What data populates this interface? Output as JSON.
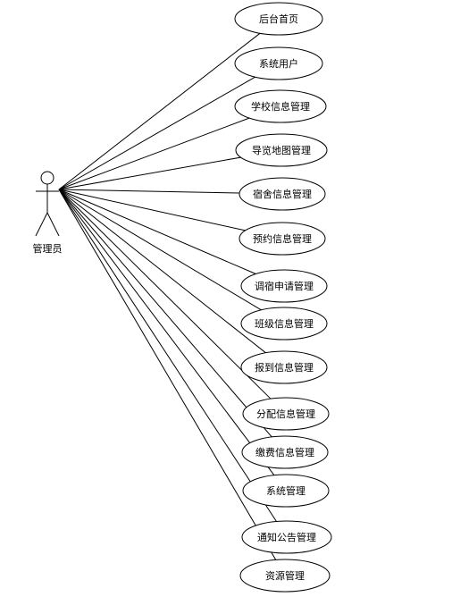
{
  "actor": {
    "label": "管理员"
  },
  "use_cases": [
    {
      "label": "后台首页"
    },
    {
      "label": "系统用户"
    },
    {
      "label": "学校信息管理"
    },
    {
      "label": "导览地图管理"
    },
    {
      "label": "宿舍信息管理"
    },
    {
      "label": "预约信息管理"
    },
    {
      "label": "调宿申请管理"
    },
    {
      "label": "班级信息管理"
    },
    {
      "label": "报到信息管理"
    },
    {
      "label": "分配信息管理"
    },
    {
      "label": "缴费信息管理"
    },
    {
      "label": "系统管理"
    },
    {
      "label": "通知公告管理"
    },
    {
      "label": "资源管理"
    }
  ]
}
